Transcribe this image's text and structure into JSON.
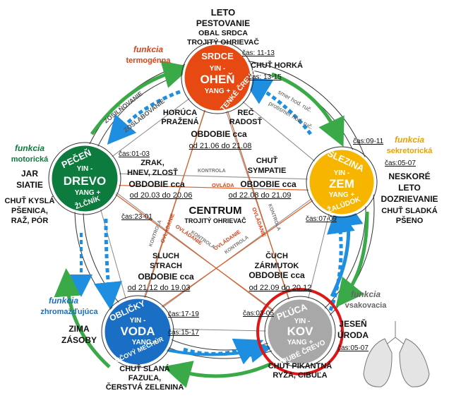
{
  "top": {
    "season": "LETO",
    "activity": "PESTOVANIE",
    "organ1": "OBAL SRDCA",
    "organ2": "TROJITÝ OHRIEVAČ",
    "func_label": "funkcia",
    "func_name": "termogénna",
    "cas_a": "čas: 11-13",
    "cas_b": "čas: 13-15",
    "taste": "CHUŤ HORKÁ",
    "emotion1": "HORÚCA",
    "emotion1b": "PRAŽENÁ",
    "emotion2": "REČ",
    "emotion2b": "RADOSŤ",
    "period_title": "OBDOBIE cca",
    "period": "od 21.06 do 21.08",
    "node": {
      "top": "SRDCE",
      "yin": "YIN -",
      "main": "OHEŇ",
      "yang": "YANG +",
      "bottom": "TENKÉ ČREVO",
      "color": "#e64a12"
    }
  },
  "left": {
    "func_label": "funkcia",
    "func_name": "motorická",
    "season": "JAR",
    "activity": "SIATIE",
    "taste": "CHUŤ KYSLÁ",
    "food1": "PŠENICA,",
    "food2": "RAŽ, PÓR",
    "cas_a": "čas:01-03",
    "cas_b": "čas:23-01",
    "emotion1": "ZRAK,",
    "emotion2": "HNEV, ZLOSŤ",
    "period_title": "OBDOBIE cca",
    "period": "od 20.03 do 20.06",
    "node": {
      "top": "PEČEŇ",
      "yin": "YIN -",
      "main": "DREVO",
      "yang": "YANG +",
      "bottom": "ŽLČNÍK",
      "color": "#0d7a3e"
    }
  },
  "right": {
    "func_label": "funkcia",
    "func_name": "sekretorická",
    "season1": "NESKORÉ",
    "season2": "LETO",
    "activity": "DOZRIEVANIE",
    "taste": "CHUŤ SLADKÁ",
    "food": "PŠENO",
    "cas_a": "čas:09-11",
    "cas_b": "čas:05-07",
    "cas_c": "čas:07-09",
    "emotion1": "CHUŤ",
    "emotion2": "SYMPATIE",
    "period_title": "OBDOBIE cca",
    "period": "od 22.08 do 21.09",
    "node": {
      "top": "SLEZINA",
      "yin": "YIN -",
      "main": "ZEM",
      "yang": "YANG +",
      "bottom": "ŽALÚDOK",
      "color": "#f7b500"
    }
  },
  "bottom_left": {
    "func_label": "funkcia",
    "func_name": "zhromažďujúca",
    "season": "ZIMA",
    "activity": "ZÁSOBY",
    "taste": "CHUŤ SLANÁ",
    "food1": "FAZUĽA,",
    "food2": "ČERSTVÁ ZELENINA",
    "cas_a": "čas:17-19",
    "cas_b": "čas:15-17",
    "emotion1": "SLUCH",
    "emotion2": "STRACH",
    "period_title": "OBDOBIE cca",
    "period": "od 21.12 do 19.03",
    "node": {
      "top": "OBLIČKY",
      "yin": "YIN -",
      "main": "VODA",
      "yang": "YANG +",
      "bottom": "MOČOVÝ MECHÚR",
      "color": "#1a6fc4"
    }
  },
  "bottom_right": {
    "func_label": "funkcia",
    "func_name": "vsakovacia",
    "season": "JESEŇ",
    "activity": "ÚRODA",
    "taste": "CHUŤ PIKANTNÁ",
    "food": "RYŽA, CIBUĽA",
    "cas_a": "čas:03-05",
    "cas_b": "čas:05-07",
    "emotion1": "ČUCH",
    "emotion2": "ZÁRMUTOK",
    "period_title": "OBDOBIE cca",
    "period": "od 22.09 do 20.12",
    "node": {
      "top": "PĽÚCA",
      "yin": "YIN -",
      "main": "KOV",
      "yang": "YANG +",
      "bottom": "HRUBÉ ČREVO",
      "color": "#a8a8a8"
    }
  },
  "center": {
    "title": "CENTRUM",
    "subtitle": "TROJITÝ OHRIEVAČ"
  },
  "cycle_labels": {
    "strengthening": "ZOSILŇOVANIE",
    "weakening": "ZOSLABOVANIE",
    "clockwise": "smer hod. ruč.",
    "counterclockwise": "protismer hod. ruč.",
    "control": "KONTROLA",
    "domination": "OVLÁDA",
    "overcontrol": "OVLÁDANIE"
  },
  "colors": {
    "green_arrow": "#3aaa49",
    "blue_dash": "#1d8ee0",
    "red_lines": "#e05a1c",
    "grey_lines": "#9a9a9a",
    "highlight": "#e01515"
  }
}
